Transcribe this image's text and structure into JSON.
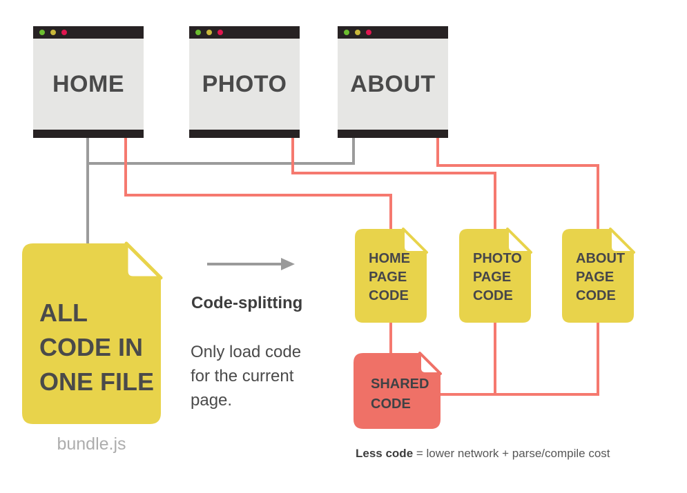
{
  "colors": {
    "yellow_file": "#e8d34b",
    "salmon_file": "#ef7167",
    "red_line": "#f5796f",
    "gray_line": "#9b9b9b",
    "arrow_gray": "#9a9a9a",
    "titlebar_dark": "#272223",
    "window_body_gray": "#e6e6e4",
    "dot_green": "#6cbe30",
    "dot_yellow": "#c9b83b",
    "dot_red": "#e0164f",
    "dark_text": "#4a4a4a",
    "muted_text": "#adadad"
  },
  "windows": [
    {
      "label": "HOME"
    },
    {
      "label": "PHOTO"
    },
    {
      "label": "ABOUT"
    }
  ],
  "bundle_file": {
    "lines": [
      "ALL",
      "CODE IN",
      "ONE FILE"
    ],
    "caption": "bundle.js"
  },
  "annotation": {
    "title": "Code-splitting",
    "lines": [
      "Only load code",
      "for the current",
      "page."
    ]
  },
  "split_files": [
    {
      "lines": [
        "HOME",
        "PAGE",
        "CODE"
      ]
    },
    {
      "lines": [
        "PHOTO",
        "PAGE",
        "CODE"
      ]
    },
    {
      "lines": [
        "ABOUT",
        "PAGE",
        "CODE"
      ]
    }
  ],
  "shared_file": {
    "lines": [
      "SHARED",
      "CODE"
    ]
  },
  "footnote": {
    "bold": "Less code",
    "rest": " = lower network + parse/compile cost"
  }
}
